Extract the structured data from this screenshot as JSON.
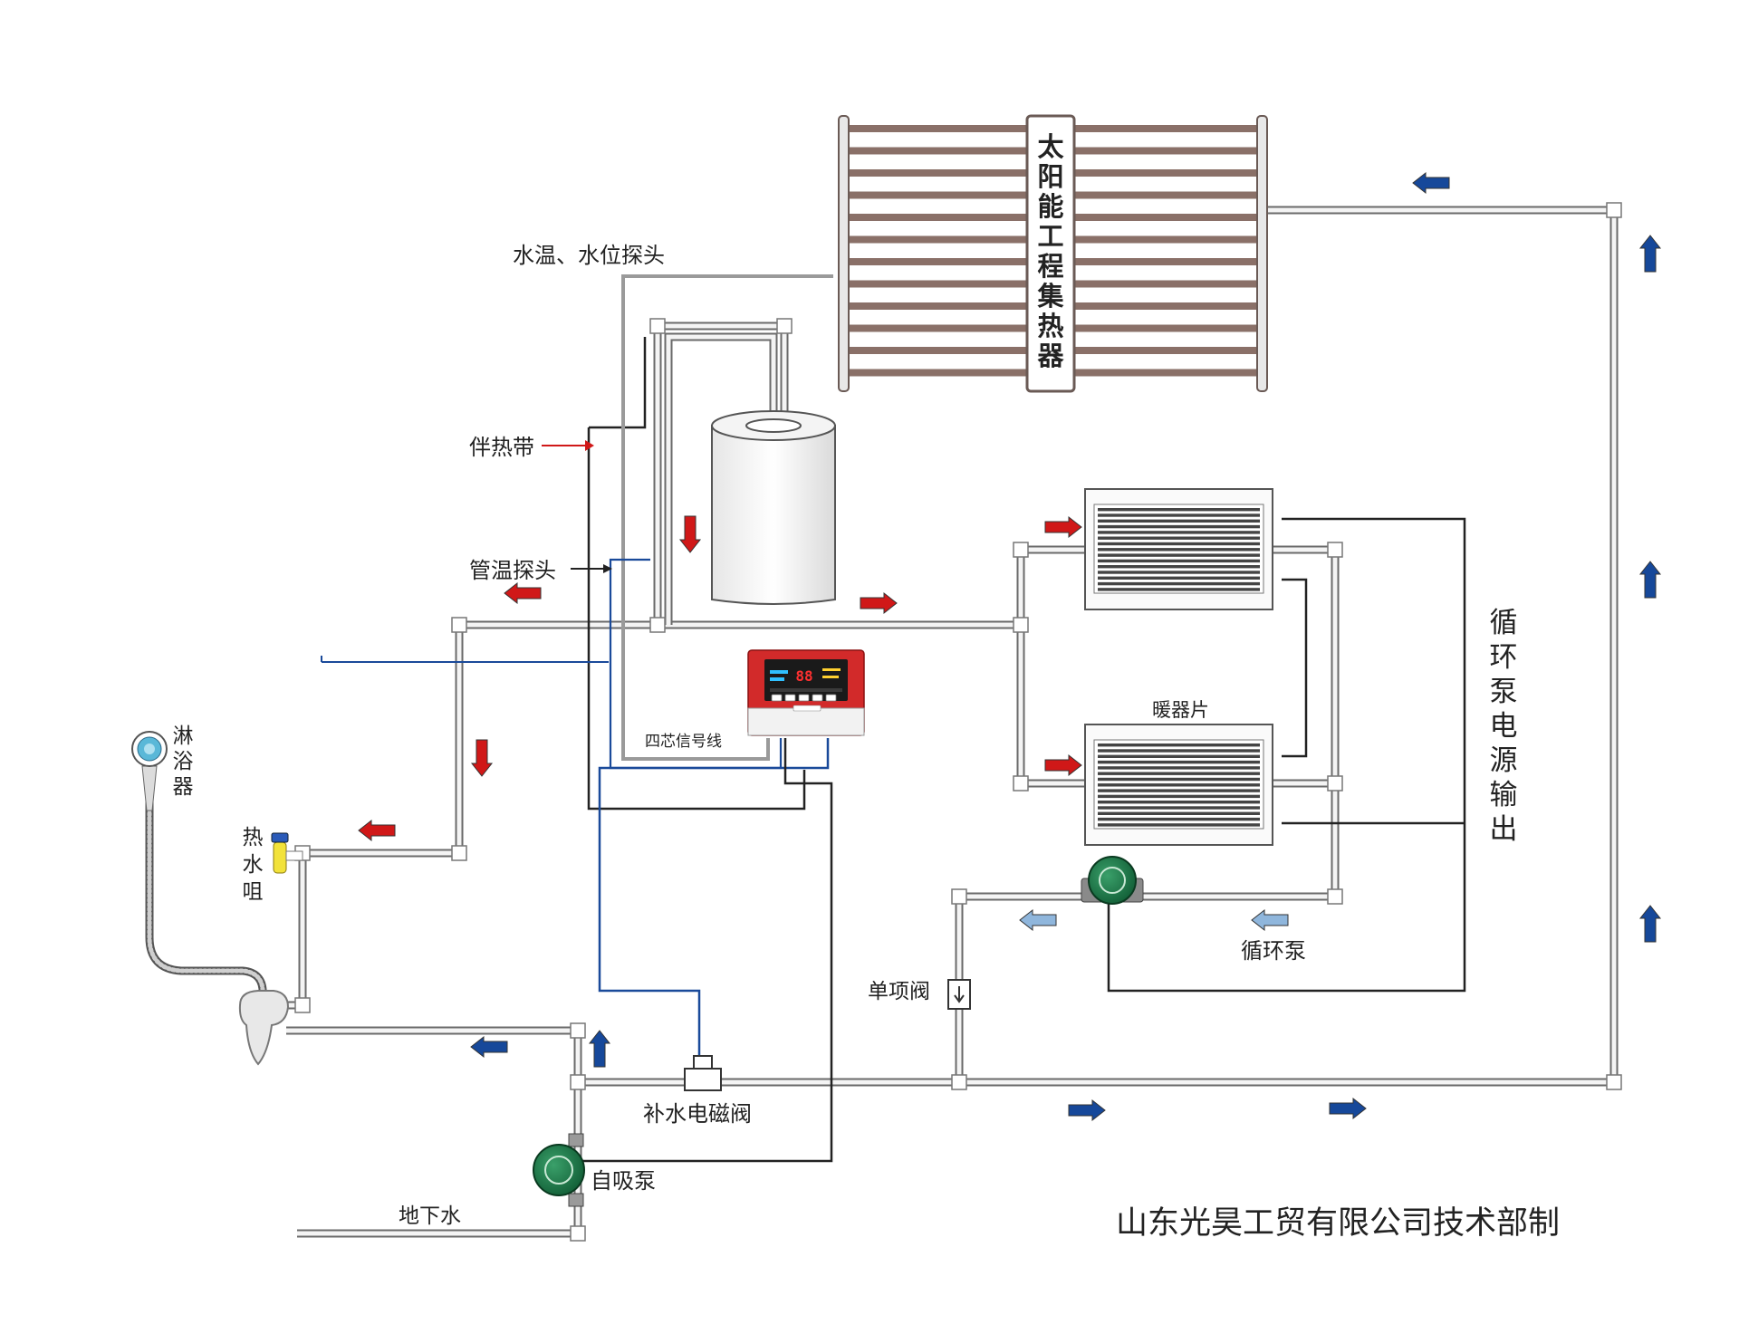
{
  "colors": {
    "background": "#ffffff",
    "pipe_outline": "#6a6a6a",
    "pipe_fill": "#f4f4f4",
    "hot_arrow": "#d01818",
    "cold_arrow": "#16489a",
    "light_arrow": "#8fb6dc",
    "collector_tube": "#8a7068",
    "controller_red": "#d22a2a",
    "pump_green": "#1f7a4a",
    "signal_blue": "#1a4a9a"
  },
  "labels": {
    "collector": [
      "太",
      "阳",
      "能",
      "工",
      "程",
      "集",
      "热",
      "器"
    ],
    "water_probe": "水温、水位探头",
    "heat_trace": "伴热带",
    "pipe_probe": "管温探头",
    "signal_wire": "四芯信号线",
    "radiator": "暖器片",
    "pump_power": [
      "循",
      "环",
      "泵",
      "电",
      "源",
      "输",
      "出"
    ],
    "shower": [
      "淋",
      "浴",
      "器"
    ],
    "hot_tap": [
      "热",
      "水",
      "咀"
    ],
    "check_valve": "单项阀",
    "circulation_pump": "循环泵",
    "solenoid_valve": "补水电磁阀",
    "self_priming_pump": "自吸泵",
    "groundwater": "地下水",
    "company": "山东光昊工贸有限公司技术部制"
  },
  "controller": {
    "display_value": "88"
  },
  "icons": [
    "solar-collector-icon",
    "water-tank-icon",
    "radiator-icon",
    "controller-icon",
    "pump-icon",
    "shower-head-icon",
    "tap-icon",
    "mixing-valve-icon",
    "check-valve-icon",
    "solenoid-valve-icon",
    "flow-arrow-icon"
  ]
}
